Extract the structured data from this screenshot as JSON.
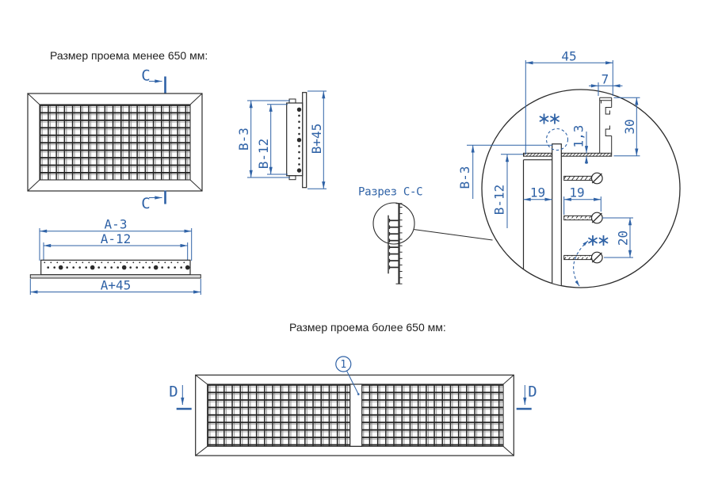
{
  "colors": {
    "dimension_blue": "#2f62a6",
    "drawing_line": "#2b2b2b"
  },
  "small_opening": {
    "title": "Размер проема менее 650 мм:",
    "section_letter": "C",
    "dim_b_minus_3": "B-3",
    "dim_b_minus_12": "B-12",
    "dim_b_plus_45": "B+45",
    "dim_a_minus_3": "A-3",
    "dim_a_minus_12": "A-12",
    "dim_a_plus_45": "A+45"
  },
  "section_view": {
    "label": "Разрез C-C"
  },
  "detail_view": {
    "dim_width_45": "45",
    "dim_7": "7",
    "dim_30": "30",
    "dim_1_3": "1,3",
    "dim_19_wall": "19",
    "dim_19_screw": "19",
    "dim_20": "20",
    "dim_b_minus_3": "B-3",
    "dim_b_minus_12": "B-12",
    "asterisk_note": "**"
  },
  "large_opening": {
    "title": "Размер проема более 650 мм:",
    "section_letter": "D",
    "callout_number": "1"
  }
}
